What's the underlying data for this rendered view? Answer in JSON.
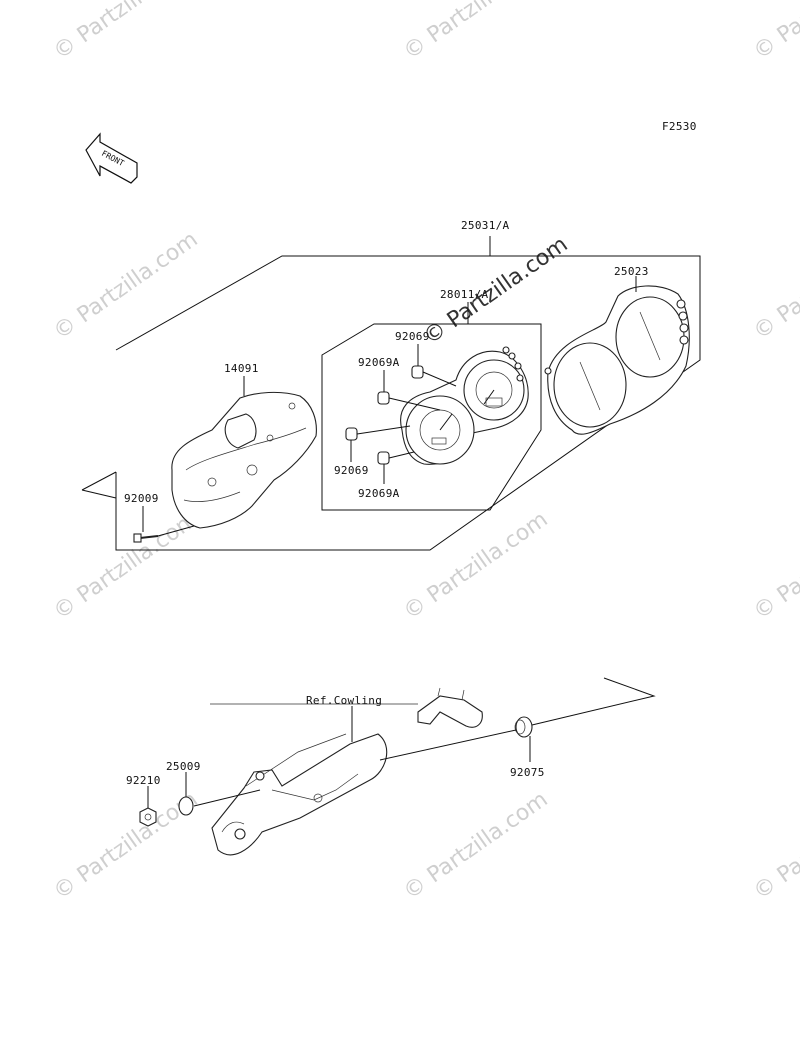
{
  "diagram": {
    "code": "F2530",
    "front_arrow_label": "FRONT",
    "watermark": "© Partzilla.com",
    "parts": {
      "p25031A": "25031/A",
      "p28011A": "28011/A",
      "p25023": "25023",
      "p14091": "14091",
      "p92069_top": "92069",
      "p92069A_top": "92069A",
      "p92069_bottom": "92069",
      "p92069A_bottom": "92069A",
      "p92009": "92009",
      "ref_cowling": "Ref.Cowling",
      "p92075": "92075",
      "p25009": "25009",
      "p92210": "92210"
    }
  }
}
